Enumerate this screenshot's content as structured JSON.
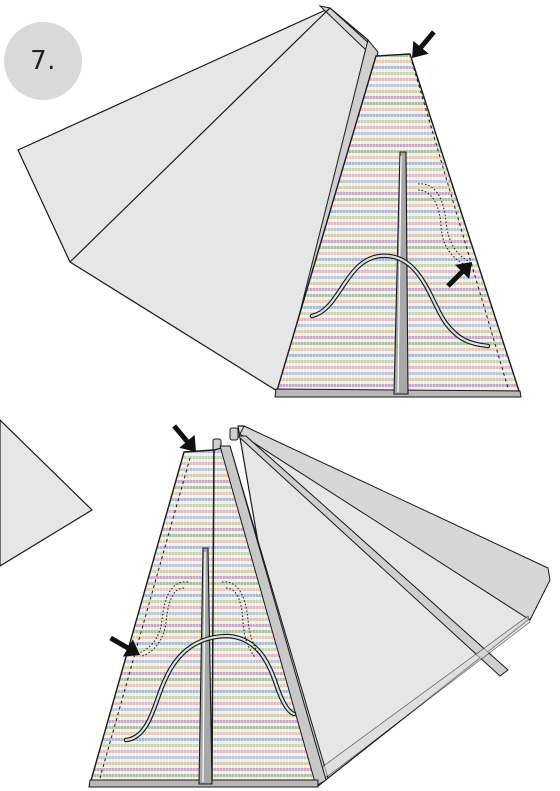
{
  "step": {
    "number": "7."
  },
  "colors": {
    "panel_fill": "#e6e6e6",
    "outline": "#1a1a1a",
    "slit_fill": "#a8a8a8",
    "badge_fill": "#d9d9d9",
    "stripe_colors": [
      "#c9a9c9",
      "#a9c4a4",
      "#e8c9b0",
      "#a9bcd6",
      "#c2d6b8",
      "#e3b7c4",
      "#b8c7d9",
      "#d6cda9"
    ]
  },
  "figures": [
    {
      "name": "top-assembly",
      "description_visible": false
    },
    {
      "name": "bottom-assembly",
      "description_visible": false
    }
  ],
  "icons": [
    "arrow-icon",
    "arrow-icon",
    "arrow-icon",
    "arrow-icon"
  ]
}
